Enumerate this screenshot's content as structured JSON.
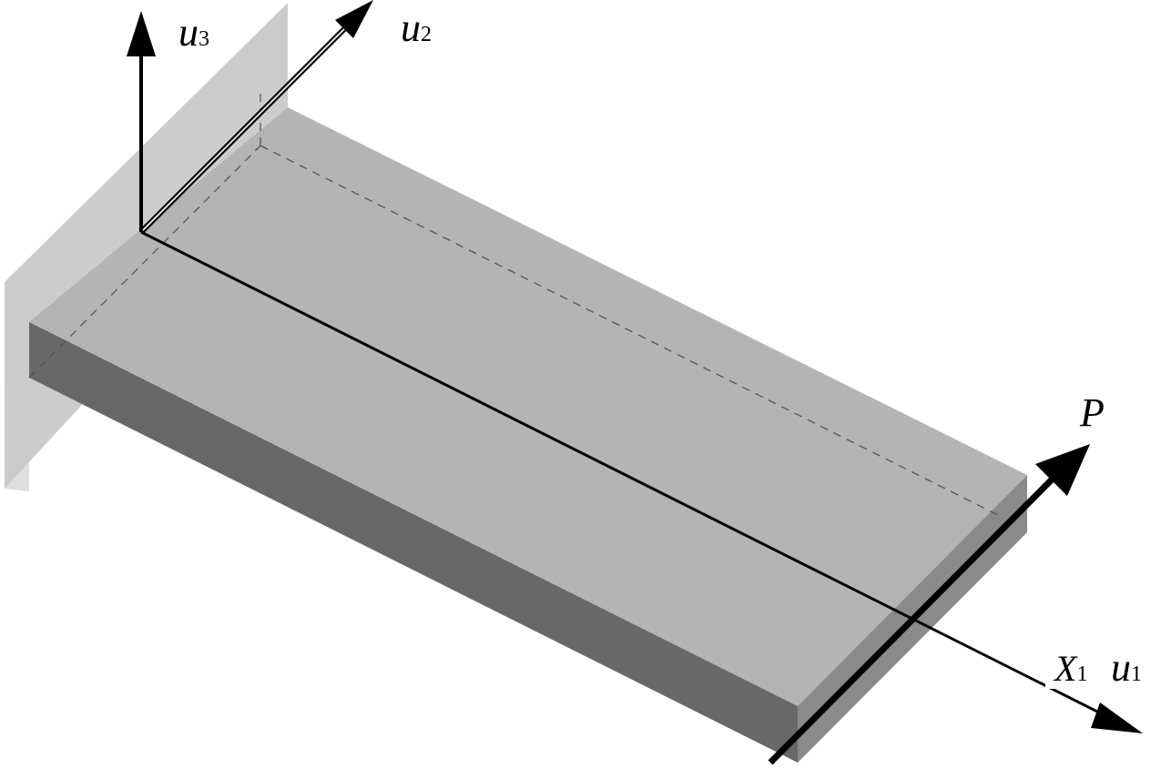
{
  "diagram": {
    "labels": {
      "u3": {
        "main": "u",
        "sub": "3"
      },
      "u2": {
        "main": "u",
        "sub": "2"
      },
      "u1": {
        "main": "u",
        "sub": "1"
      },
      "x1": {
        "main": "X",
        "sub": "1"
      },
      "p": "P"
    },
    "colors": {
      "wall": "#c9c9c9",
      "plate_top": "#b4b4b4",
      "plate_front": "#686868",
      "plate_end": "#8a8a8a",
      "line": "#000000",
      "hidden_edge": "#555555"
    }
  }
}
